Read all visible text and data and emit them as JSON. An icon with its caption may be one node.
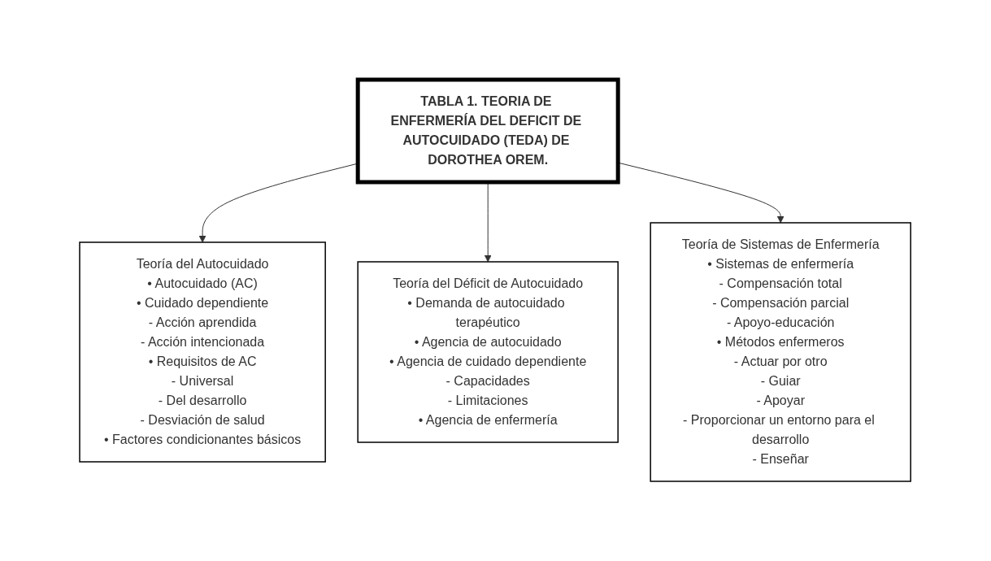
{
  "diagram": {
    "nodes": [
      {
        "text": [
          "TABLA 1. TEORIA DE ENFERMERÍA DEL DEFICIT DE AUTOCUIDADO (TEDA) DE DOROTHEA OREM."
        ]
      },
      {
        "text": [
          "Teoría del Autocuidado",
          "• Autocuidado (AC)",
          "• Cuidado dependiente",
          "- Acción aprendida",
          "- Acción intencionada",
          "• Requisitos de AC",
          "- Universal",
          "- Del desarrollo",
          "- Desviación de salud",
          "• Factores condicionantes básicos"
        ]
      },
      {
        "text": [
          "Teoría del Déficit de Autocuidado",
          "• Demanda de autocuidado terapéutico",
          "• Agencia de autocuidado",
          "• Agencia de cuidado dependiente",
          "- Capacidades",
          "- Limitaciones",
          "• Agencia de enfermería"
        ]
      },
      {
        "text": [
          "Teoría de Sistemas de Enfermería",
          "• Sistemas de enfermería",
          "- Compensación total",
          "- Compensación parcial",
          "- Apoyo-educación",
          "• Métodos enfermeros",
          "- Actuar por otro",
          "- Guiar",
          "- Apoyar",
          "- Proporcionar un entorno para el desarrollo",
          "- Enseñar"
        ]
      }
    ],
    "edges": [
      {
        "from": 0,
        "to": 1,
        "arrow": "to"
      },
      {
        "from": 0,
        "to": 2,
        "arrow": "to"
      },
      {
        "from": 0,
        "to": 3,
        "arrow": "to"
      }
    ]
  }
}
